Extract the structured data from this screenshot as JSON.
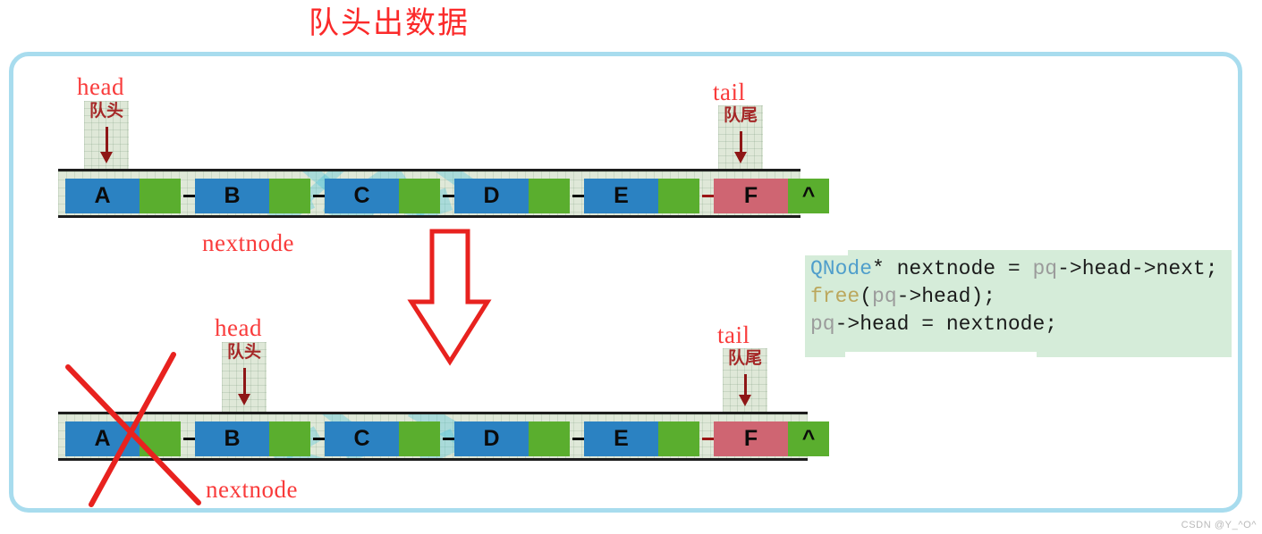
{
  "title": "队头出数据",
  "theme": {
    "title_color": "#fb2a2a",
    "frame_border": "#a8dcee",
    "data_node": "#2b82c2",
    "pointer_node": "#5aae2e",
    "tail_node": "#cf6572",
    "strip_bg": "#dfe8d8",
    "code_bg": "#d5ecd9",
    "label_red": "#f93b3b",
    "callout_red": "#a52727",
    "arrow_black": "#0b0b0b",
    "arrow_red": "#b01414"
  },
  "diagram_before": {
    "caption_labels": {
      "head": "head",
      "tail": "tail",
      "nextnode": "nextnode"
    },
    "callouts": {
      "head_cn": "队头",
      "tail_cn": "队尾"
    },
    "nodes": [
      {
        "data": "A",
        "next": ""
      },
      {
        "data": "B",
        "next": ""
      },
      {
        "data": "C",
        "next": ""
      },
      {
        "data": "D",
        "next": ""
      },
      {
        "data": "E",
        "next": ""
      },
      {
        "data": "F",
        "next": "^"
      }
    ]
  },
  "diagram_after": {
    "caption_labels": {
      "head": "head",
      "tail": "tail",
      "nextnode": "nextnode"
    },
    "callouts": {
      "head_cn": "队头",
      "tail_cn": "队尾"
    },
    "nodes": [
      {
        "data": "A",
        "next": ""
      },
      {
        "data": "B",
        "next": ""
      },
      {
        "data": "C",
        "next": ""
      },
      {
        "data": "D",
        "next": ""
      },
      {
        "data": "E",
        "next": ""
      },
      {
        "data": "F",
        "next": "^"
      }
    ],
    "deleted_node": "A"
  },
  "code": {
    "line1": {
      "type": "QNode",
      "star": "* ",
      "var": "nextnode",
      "eq": " = ",
      "obj": "pq",
      "arrow1": "->",
      "member1": "head",
      "arrow2": "->",
      "member2": "next",
      "semi": ";"
    },
    "line2": {
      "fn": "free",
      "paren_open": "(",
      "obj": "pq",
      "arrow1": "->",
      "member1": "head",
      "paren_close": ")",
      "semi": ";"
    },
    "line3": {
      "obj": "pq",
      "arrow1": "->",
      "member1": "head",
      "eq": " = ",
      "var": "nextnode",
      "semi": ";"
    }
  },
  "watermark": "CSDN @Y_^O^"
}
